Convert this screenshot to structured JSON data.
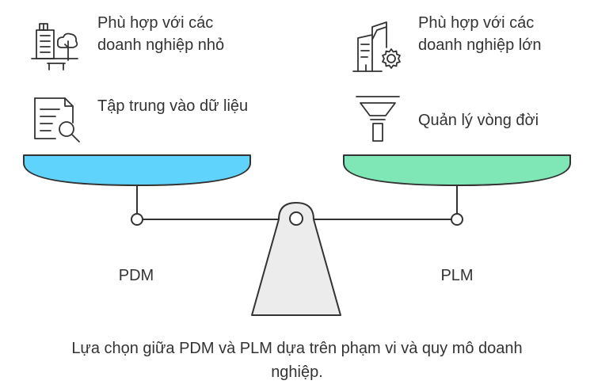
{
  "left": {
    "label": "PDM",
    "color": "#5fd3fb",
    "items": [
      {
        "icon": "small-business-icon",
        "text": "Phù hợp với các doanh nghiệp nhỏ"
      },
      {
        "icon": "document-search-icon",
        "text": "Tập trung vào dữ liệu"
      }
    ]
  },
  "right": {
    "label": "PLM",
    "color": "#7fe6b5",
    "items": [
      {
        "icon": "enterprise-buildings-icon",
        "text": "Phù hợp với các doanh nghiệp lớn"
      },
      {
        "icon": "funnel-icon",
        "text": "Quản lý vòng đời"
      }
    ]
  },
  "caption": {
    "line1": "Lựa chọn giữa PDM và PLM dựa trên phạm vi và quy mô doanh",
    "line2": "nghiệp."
  },
  "colors": {
    "stroke": "#333333",
    "fulcrum_fill": "#ececec",
    "background": "#ffffff"
  }
}
